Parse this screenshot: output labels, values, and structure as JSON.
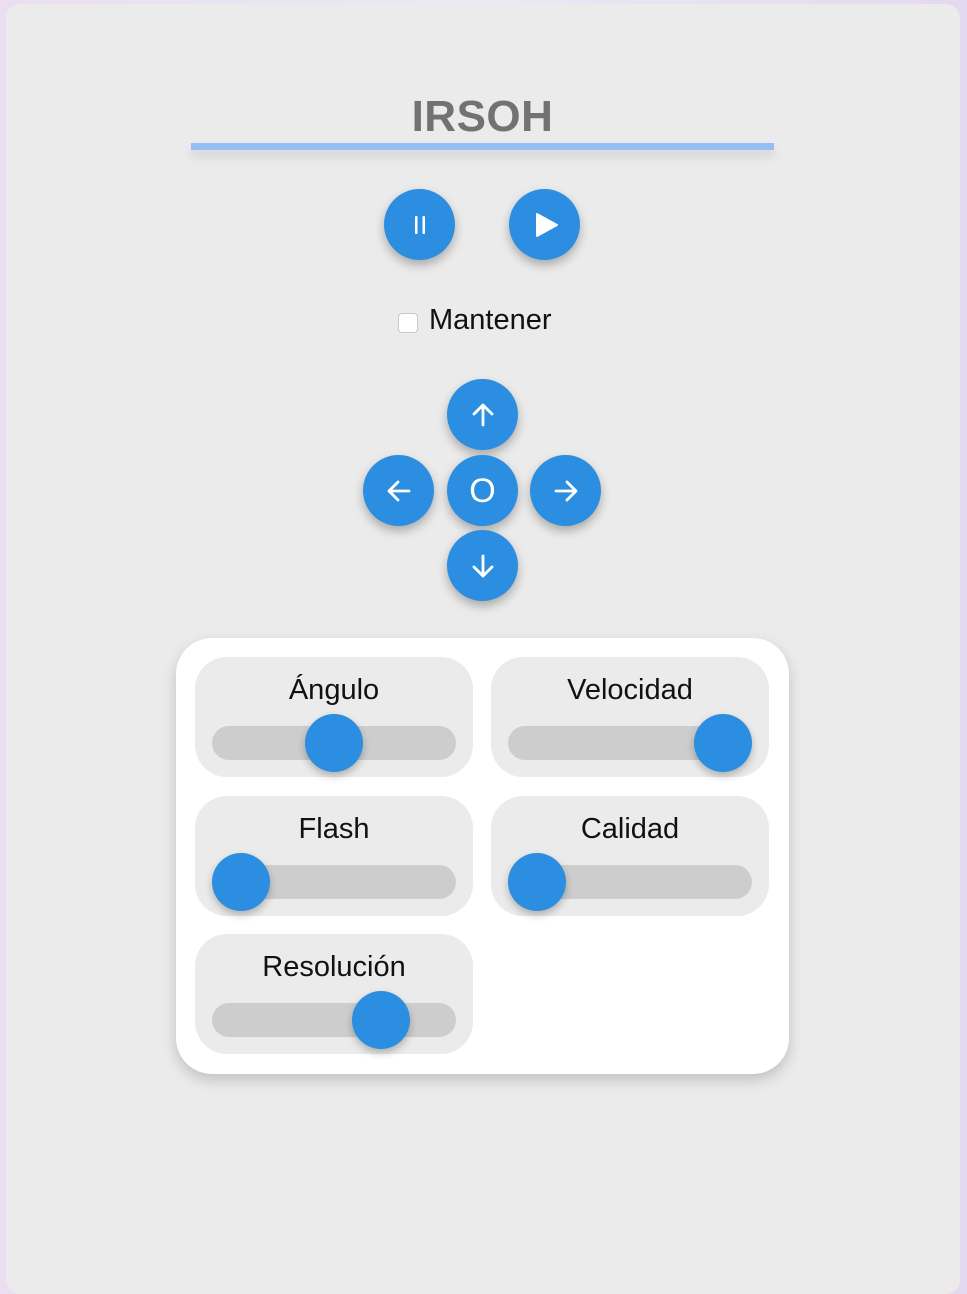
{
  "header": {
    "title": "IRSOH"
  },
  "playback": {
    "pause_icon": "pause-icon",
    "play_icon": "play-icon"
  },
  "options": {
    "keep_label": "Mantener",
    "keep_checked": false
  },
  "dpad": {
    "up_icon": "arrow-up-icon",
    "left_icon": "arrow-left-icon",
    "center_label": "O",
    "right_icon": "arrow-right-icon",
    "down_icon": "arrow-down-icon"
  },
  "sliders": [
    {
      "label": "Ángulo",
      "value": 0.5
    },
    {
      "label": "Velocidad",
      "value": 1.0
    },
    {
      "label": "Flash",
      "value": 0.0
    },
    {
      "label": "Calidad",
      "value": 0.0
    },
    {
      "label": "Resolución",
      "value": 0.75
    }
  ],
  "colors": {
    "accent": "#2b8ee0",
    "underline": "#92bff5",
    "background": "#ebebeb",
    "panel": "#ffffff",
    "track": "#cdcdcd"
  }
}
